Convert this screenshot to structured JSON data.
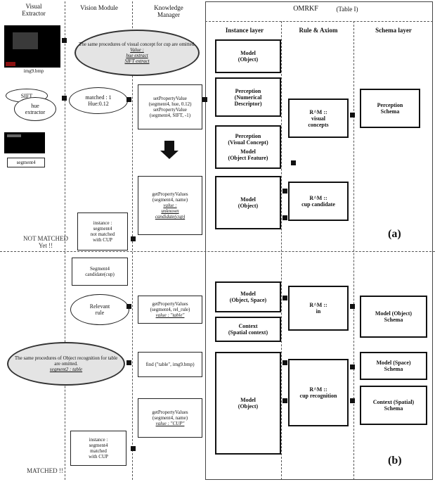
{
  "headers": {
    "visual_extractor": "Visual\nExtractor",
    "vision_module": "Vision Module",
    "knowledge_manager": "Knowledge\nManager",
    "omrkf": "OMRKF",
    "table_ref": "(Table I)",
    "instance_layer": "Instance layer",
    "rule_axiom": "Rule & Axiom",
    "schema_layer": "Schema layer"
  },
  "part_a": {
    "image_label": "img9.bmp",
    "cloud_text": "The same procedures of visual concept for cup are omitted.",
    "cloud_value": "Value :",
    "cloud_v1": "hue extract",
    "cloud_v2": "SIFT extract",
    "sift": "SIFT",
    "hue_extractor": "hue\nextractor",
    "matched": "matched : 1",
    "hue": "Hue:0.12",
    "km_set": "setPropertyValue\n(segment4, hue, 0.12)\nsetPropertyValue\n(segment4, SIFT, -1)",
    "segment_label": "segment4",
    "model_object_title": "Model",
    "model_object_sub": "(Object)",
    "perception_title": "Perception",
    "perception_sub": "(Numerical\nDescriptor)",
    "perception2_title": "Perception",
    "perception2_sub": "(Visual Concept)",
    "model2_title": "Model",
    "model2_sub": "(Object Feature)",
    "rule_visual_title": "R^M ::",
    "rule_visual_sub": "visual\nconcepts",
    "perception_schema": "Perception\nSchema",
    "km_get": "getPropertyValues\n(segment4, name)",
    "km_get_value": "value :",
    "km_get_unknown": "unknown",
    "km_get_cand": "candidate(cup)",
    "instance_not_matched": "instance :\nsegment4\nnot matched\nwith CUP",
    "not_matched_yet": "NOT MATCHED\nYet !!",
    "model3_title": "Model",
    "model3_sub": "(Object)",
    "rule_cup_cand_title": "R^M ::",
    "rule_cup_cand_sub": "cup candidate",
    "label": "(a)"
  },
  "part_b": {
    "segment4_cand": "Segment4\ncandidate(cup)",
    "relevant_rule": "Relevant\nrule",
    "km_get_rel": "getPropertyValues\n(segment4, rel_rule)",
    "km_get_rel_value": "value : \"table\"",
    "model_space_title": "Model",
    "model_space_sub": "(Object, Space)",
    "context_title": "Context",
    "context_sub": "(Spatial context)",
    "rule_in_title": "R^M ::",
    "rule_in_sub": "in",
    "model_object_schema": "Model (Object)\nSchema",
    "cloud_b_text": "The same procedures of Object recognition for table are omitted.",
    "cloud_b_seg": "segment2 : table",
    "km_find": "find (\"table\", img9.bmp)",
    "model_b_title": "Model",
    "model_b_sub": "(Object)",
    "rule_cup_rec_title": "R^M ::",
    "rule_cup_rec_sub": "cup recognition",
    "model_space_schema": "Model (Space)\nSchema",
    "context_spatial_schema": "Context (Spatial)\nSchema",
    "km_get_name": "getPropertyValues\n(segment4, name)",
    "km_get_name_value": "value : \"CUP\"",
    "instance_matched": "instance :\nsegment4\nmatched\nwith CUP",
    "matched_final": "MATCHED !!",
    "label": "(b)"
  }
}
